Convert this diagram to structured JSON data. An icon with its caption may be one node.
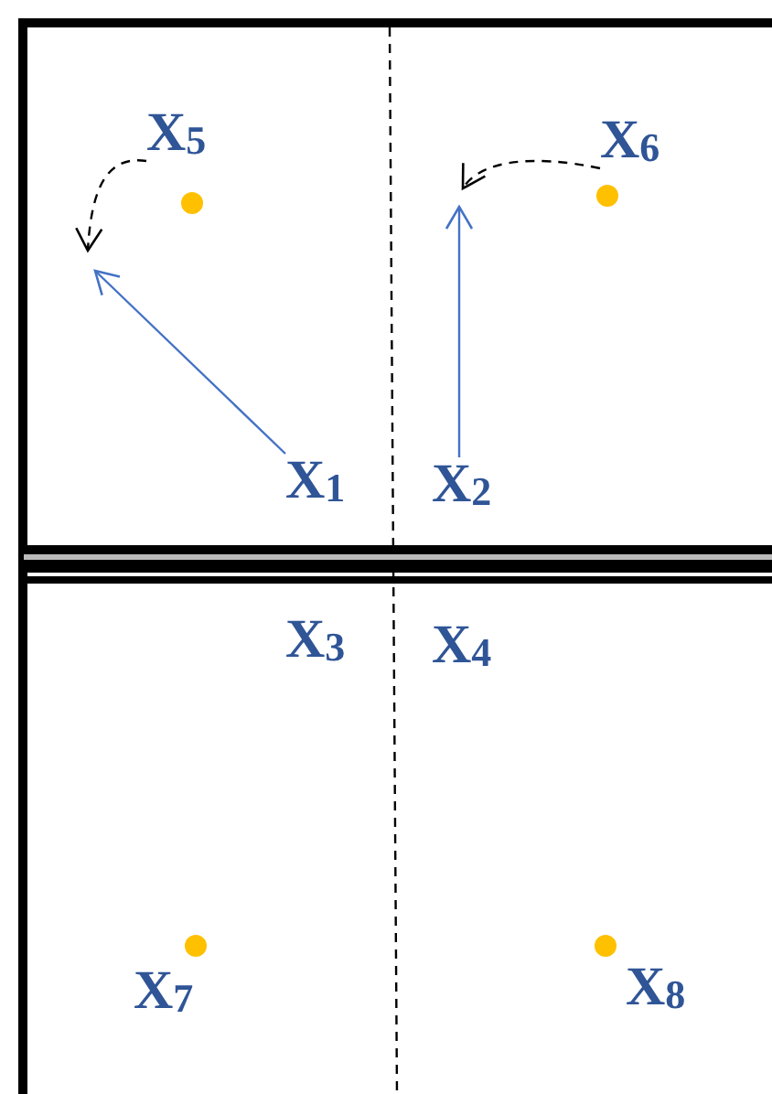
{
  "diagram": {
    "nodes": [
      {
        "text": [
          "X$_{5}$"
        ]
      },
      {
        "text": [
          "X$_{6}$"
        ]
      },
      {
        "text": [
          "X$_{1}$"
        ]
      },
      {
        "text": [
          "X$_{2}$"
        ]
      },
      {
        "text": [
          "X$_{3}$"
        ]
      },
      {
        "text": [
          "X$_{4}$"
        ]
      },
      {
        "text": [
          "X$_{7}$"
        ]
      },
      {
        "text": [
          "X$_{8}$"
        ]
      }
    ],
    "edges": [
      {
        "from": 2,
        "to": null,
        "arrow": "to"
      },
      {
        "from": 3,
        "to": null,
        "arrow": "to"
      },
      {
        "from": 0,
        "to": null,
        "arrow": "to",
        "style": "dashed",
        "color": "#000000"
      },
      {
        "from": 1,
        "to": null,
        "arrow": "to",
        "style": "dashed",
        "color": "#000000"
      }
    ]
  }
}
